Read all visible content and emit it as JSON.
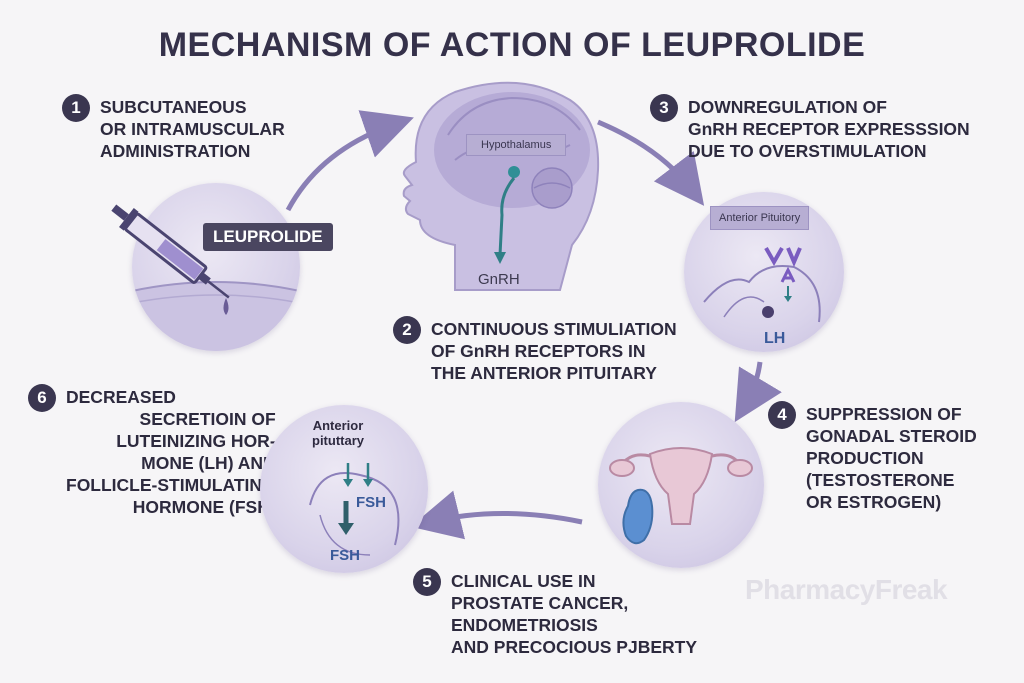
{
  "title": "MECHANISM OF ACTION OF LEUPROLIDE",
  "steps": [
    {
      "number": "1",
      "lines": [
        "SUBCUTANEOUS",
        "OR INTRAMUSCULAR",
        "ADMINISTRATION"
      ]
    },
    {
      "number": "2",
      "lines": [
        "CONTINUOUS STIMULIATION",
        "OF GnRH RECEPTORS IN",
        "THE ANTERIOR PITUITARY"
      ]
    },
    {
      "number": "3",
      "lines": [
        "DOWNREGULATION OF",
        "GnRH RECEPTOR EXPRESSSION",
        "DUE TO OVERSTIMULATION"
      ]
    },
    {
      "number": "4",
      "lines": [
        "SUPPRESSION OF",
        "GONADAL STEROID",
        "PRODUCTION",
        "(TESTOSTERONE",
        "OR ESTROGEN)"
      ]
    },
    {
      "number": "5",
      "lines": [
        "CLINICAL USE IN",
        "PROSTATE CANCER,",
        "ENDOMETRIOSIS",
        "AND PRECOCIOUS PJBERTY"
      ]
    },
    {
      "number": "6",
      "lines": [
        "DECREASED",
        "SECRETIOIN OF",
        "LUTEINIZING HOR-",
        "MONE (LH) AND",
        "FOLLICLE-STIMULATING",
        "HORMONE (FSH)"
      ]
    }
  ],
  "labels": {
    "drug": "LEUPROLIDE",
    "hypothalamus": "Hypothalamus",
    "gnrh": "GnRH",
    "anterior_pituitory": "Anterior Pituitory",
    "lh": "LH",
    "anterior_pituttary_line1": "Anterior",
    "anterior_pituttary_line2": "pituttary",
    "fsh_small": "FSH",
    "fsh_large": "FSH"
  },
  "watermark": "PharmacyFreak",
  "colors": {
    "badge": "#3a3650",
    "circle": "#d9d3ea",
    "arrow": "#8a7fb5",
    "accent_teal": "#2f7f86",
    "accent_purple": "#7a5cc0"
  }
}
